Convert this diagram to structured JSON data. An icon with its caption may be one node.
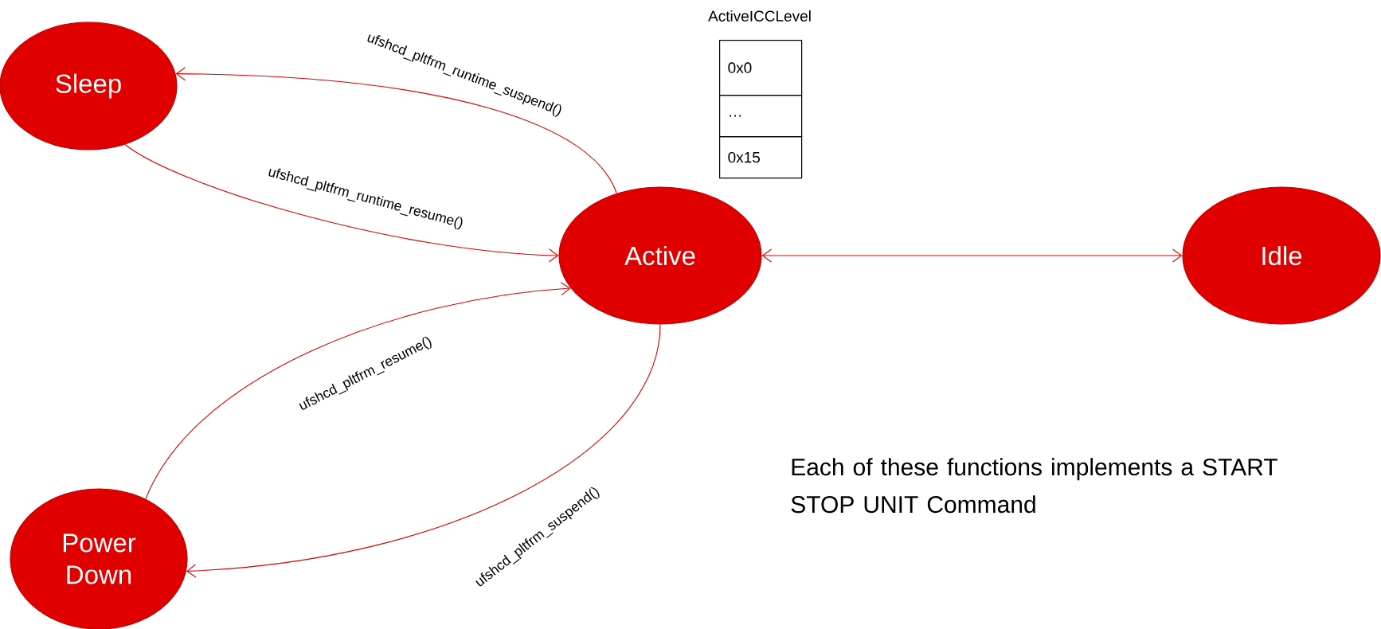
{
  "diagram": {
    "nodes": [
      {
        "text": [
          "Sleep"
        ]
      },
      {
        "text": [
          "Active"
        ]
      },
      {
        "text": [
          "Idle"
        ]
      },
      {
        "text": [
          "Power Down"
        ]
      }
    ],
    "edges": [
      {
        "from": 1,
        "to": 0,
        "arrow": "to",
        "label": "ufshcd_pltfrm_runtime_suspend()"
      },
      {
        "from": 0,
        "to": 1,
        "arrow": "to",
        "label": "ufshcd_pltfrm_runtime_resume()"
      },
      {
        "from": 3,
        "to": 1,
        "arrow": "to",
        "label": "ufshcd_pltfrm_resume()"
      },
      {
        "from": 1,
        "to": 3,
        "arrow": "to",
        "label": "ufshcd_pltfrm_suspend()"
      },
      {
        "from": 1,
        "to": 2,
        "arrow": "both"
      }
    ],
    "labels": [
      "ActiveICCLevel",
      "0x0",
      "…",
      "0x15",
      "Each of these functions implements a START STOP UNIT Command"
    ]
  }
}
